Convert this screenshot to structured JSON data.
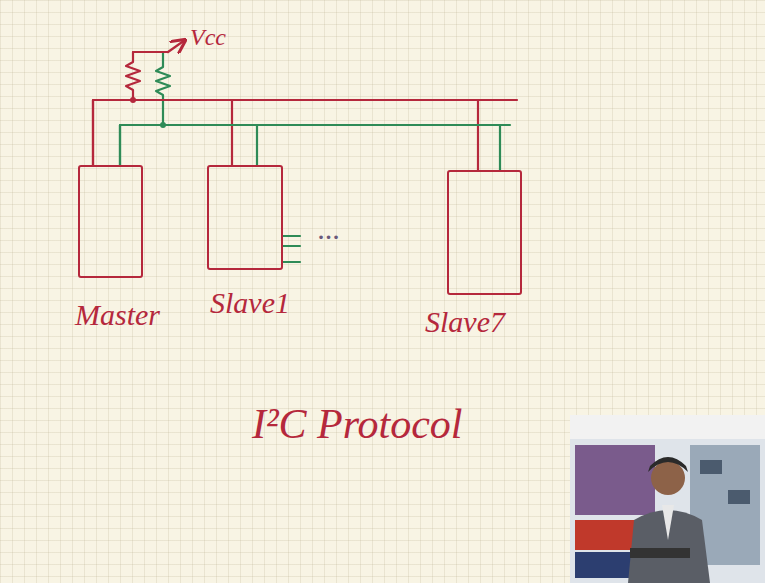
{
  "diagram": {
    "title": "I²C Protocol",
    "nodes": [
      {
        "text": [
          "Master"
        ]
      },
      {
        "text": [
          "Slave1"
        ]
      },
      {
        "text": [
          "Slave7"
        ]
      }
    ],
    "edges": [
      {
        "from": 0,
        "to": 1,
        "arrow": "none"
      },
      {
        "from": 0,
        "to": 2,
        "arrow": "none"
      },
      {
        "from": 0,
        "to": 1,
        "arrow": "none"
      },
      {
        "from": 0,
        "to": 2,
        "arrow": "none"
      }
    ],
    "labels": [
      "Vcc",
      "..."
    ]
  }
}
